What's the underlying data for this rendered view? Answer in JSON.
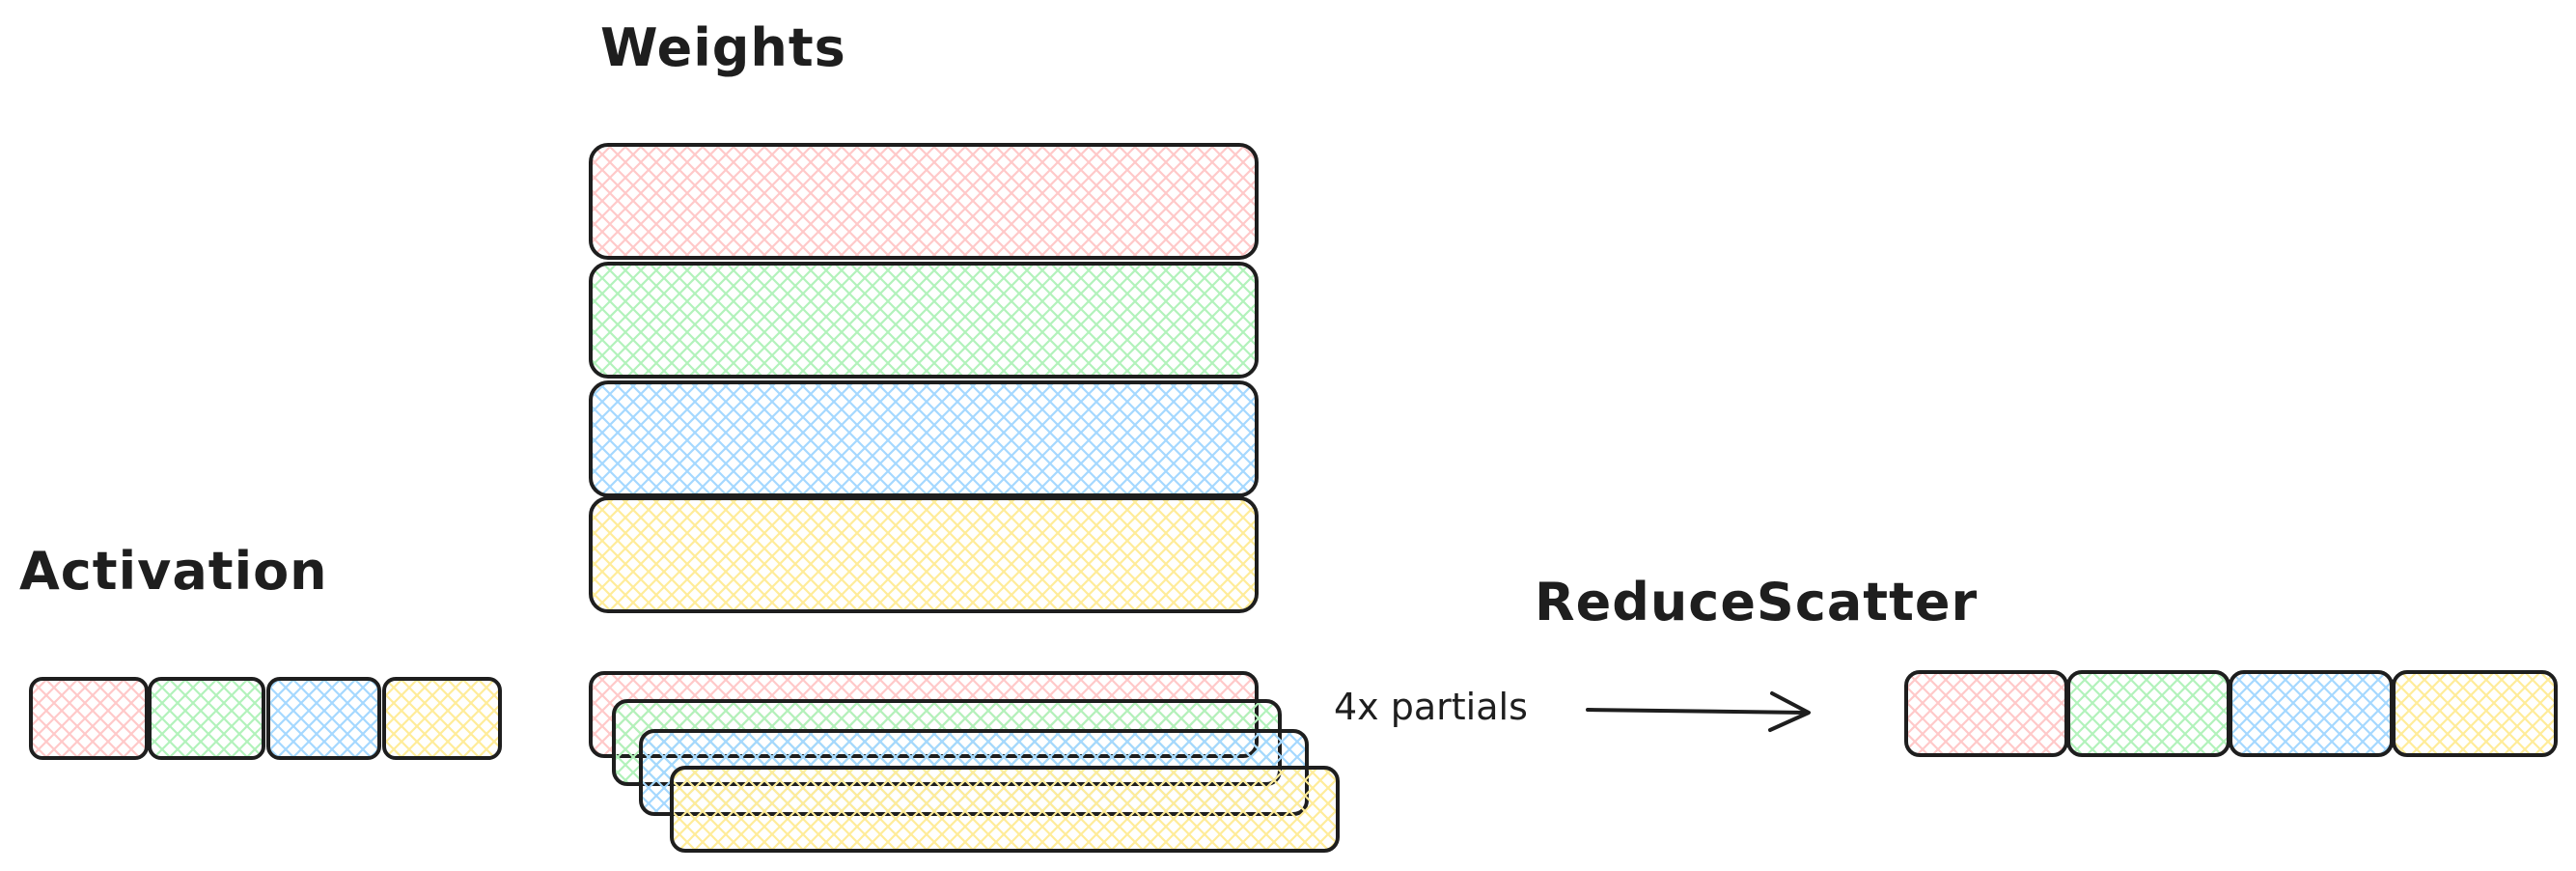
{
  "labels": {
    "weights": "Weights",
    "activation": "Activation",
    "reduce_scatter": "ReduceScatter",
    "partials": "4x partials"
  },
  "colors": {
    "red": "#ffc9c9",
    "green": "#b2f2bb",
    "blue": "#a5d8ff",
    "yellow": "#ffec99",
    "stroke": "#1e1e1e"
  },
  "weights": [
    "red",
    "green",
    "blue",
    "yellow"
  ],
  "activation": [
    "red",
    "green",
    "blue",
    "yellow"
  ],
  "partials": [
    "red",
    "green",
    "blue",
    "yellow"
  ],
  "output": [
    "red",
    "green",
    "blue",
    "yellow"
  ]
}
